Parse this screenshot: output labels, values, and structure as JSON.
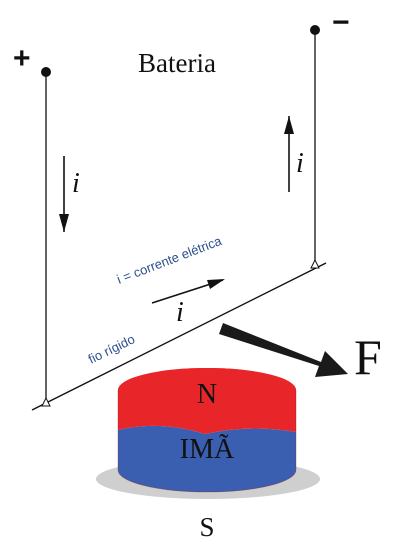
{
  "labels": {
    "plus": "+",
    "minus": "−",
    "battery": "Bateria",
    "current_left": "i",
    "current_right": "i",
    "current_wire": "i",
    "current_definition": "i = corrente elétrica",
    "wire": "fio rígido",
    "force": "F",
    "north": "N",
    "magnet": "IMÃ",
    "south": "S"
  },
  "colors": {
    "magnet_north": "#e8262a",
    "magnet_south": "#3a5fb0",
    "annotation_text": "#2c4f8c",
    "line": "#111111",
    "shadow": "#cfcfcf"
  }
}
